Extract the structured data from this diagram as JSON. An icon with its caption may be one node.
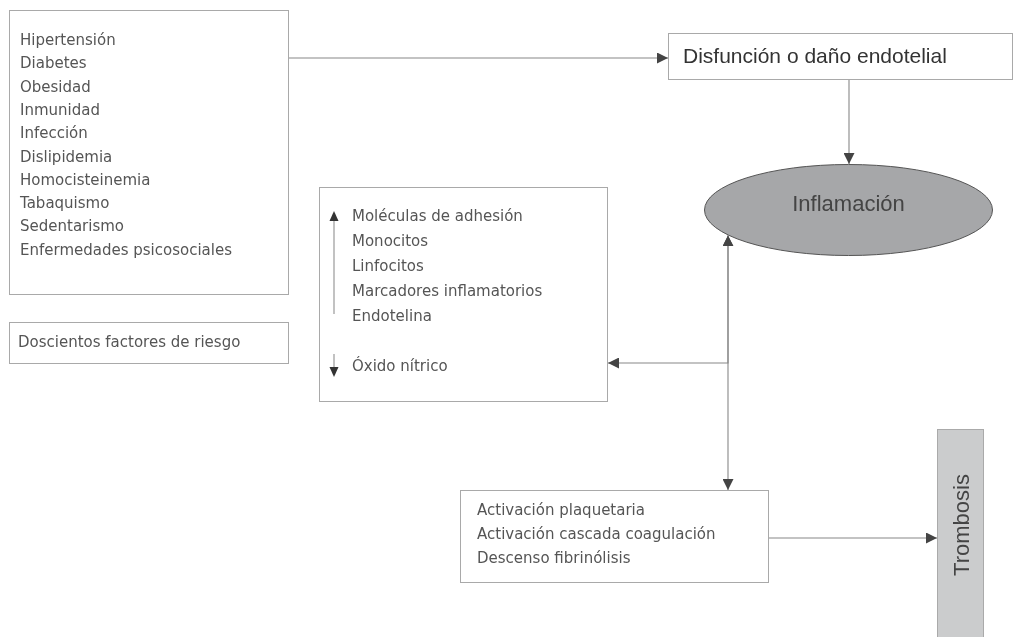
{
  "diagram": {
    "nodes": [
      {
        "text": [
          "Hipertensión",
          "Diabetes",
          "Obesidad",
          "Inmunidad",
          "Infección",
          "Dislipidemia",
          "Homocisteinemia",
          "Tabaquismo",
          "Sedentarismo",
          "Enfermedades psicosociales"
        ]
      },
      {
        "text": [
          "Doscientos factores de riesgo"
        ]
      },
      {
        "text": [
          "Disfunción o daño endotelial"
        ]
      },
      {
        "text": [
          "Inflamación"
        ]
      },
      {
        "text": [
          "Moléculas de adhesión",
          "Monocitos",
          "Linfocitos",
          "Marcadores inflamatorios",
          "Endotelina",
          "Óxido nítrico"
        ]
      },
      {
        "text": [
          "Activación plaquetaria",
          "Activación cascada coagulación",
          "Descenso fibrinólisis"
        ]
      },
      {
        "text": [
          "Trombosis"
        ]
      }
    ],
    "edges": [
      {
        "from": 0,
        "to": 2,
        "arrow": "to"
      },
      {
        "from": 2,
        "to": 3,
        "arrow": "to"
      },
      {
        "from": 3,
        "to": 4,
        "arrow": "both"
      },
      {
        "from": 3,
        "to": 5,
        "arrow": "both"
      },
      {
        "from": 5,
        "to": 6,
        "arrow": "to"
      }
    ]
  }
}
